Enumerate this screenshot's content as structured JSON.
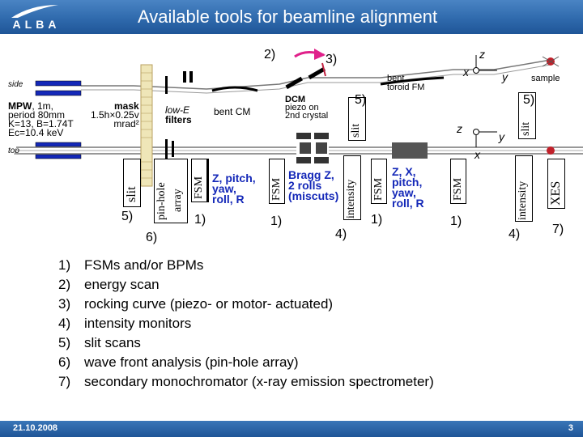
{
  "header": {
    "title": "Available tools for beamline alignment",
    "logo_text": "ALBA"
  },
  "footer": {
    "date": "21.10.2008",
    "page_number": "3"
  },
  "diagram": {
    "side_label": "side",
    "top_label": "top",
    "source": {
      "name": "MPW",
      "params": [
        ", 1m,",
        "period 80mm",
        "K=13, B=1.74T",
        "Ec=10.4 keV"
      ]
    },
    "mask": {
      "name": "mask",
      "line2": "1.5h×0.25v",
      "line3": "mrad²"
    },
    "filters": {
      "line1": "low-E",
      "line2": "filters"
    },
    "bent_cm": "bent CM",
    "dcm": {
      "name": "DCM",
      "line2": "piezo on",
      "line3": "2nd crystal"
    },
    "bent_fm": {
      "line1": "bent",
      "line2": "toroid FM"
    },
    "sample": "sample",
    "axes": {
      "z_top": "z",
      "x_top": "x",
      "y_top": "y",
      "z_bot": "z",
      "y_bot": "y",
      "x_bot": "x"
    },
    "elements": {
      "slit": "slit",
      "pinhole": "pin-hole",
      "array": "array",
      "fsm": "FSM",
      "intensity": "intensity",
      "xes": "XES"
    },
    "notes": {
      "cm": [
        "Z, pitch,",
        "yaw,",
        "roll, R"
      ],
      "dcm": [
        "Bragg Z,",
        "2 rolls",
        "(miscuts)"
      ],
      "fm": [
        "Z, X,",
        "pitch,",
        "yaw,",
        "roll, R"
      ]
    },
    "callouts": {
      "two": "2)",
      "three": "3)",
      "five_top": "5)",
      "five_right": "5)",
      "five_left": "5)",
      "six": "6)",
      "one_a": "1)",
      "one_b": "1)",
      "four_a": "4)",
      "one_c": "1)",
      "one_d": "1)",
      "four_b": "4)",
      "seven": "7)"
    }
  },
  "tools": [
    {
      "num": "1)",
      "text": "FSMs and/or BPMs"
    },
    {
      "num": "2)",
      "text": "energy scan"
    },
    {
      "num": "3)",
      "text": "rocking curve (piezo- or motor- actuated)"
    },
    {
      "num": "4)",
      "text": "intensity monitors"
    },
    {
      "num": "5)",
      "text": "slit scans"
    },
    {
      "num": "6)",
      "text": "wave front analysis (pin-hole array)"
    },
    {
      "num": "7)",
      "text": "secondary monochromator (x-ray emission spectrometer)"
    }
  ],
  "colors": {
    "header_blue": "#2f6aad",
    "magnet_blue": "#1428b8",
    "sample_red": "#c0202a",
    "arrow_magenta": "#e0208a"
  }
}
